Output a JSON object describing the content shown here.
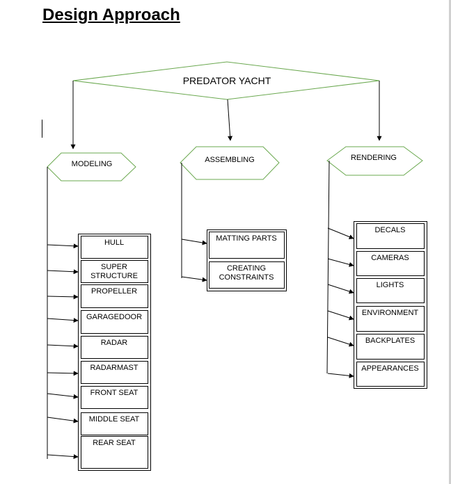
{
  "page_title": "Design Approach",
  "root": "PREDATOR YACHT",
  "branches": [
    {
      "label": "MODELING",
      "items": [
        "HULL",
        "SUPER STRUCTURE",
        "PROPELLER",
        "GARAGEDOOR",
        "RADAR",
        "RADARMAST",
        "FRONT SEAT",
        "MIDDLE SEAT",
        "REAR SEAT"
      ]
    },
    {
      "label": "ASSEMBLING",
      "items": [
        "MATTING PARTS",
        "CREATING CONSTRAINTS"
      ]
    },
    {
      "label": "RENDERING",
      "items": [
        "DECALS",
        "CAMERAS",
        "LIGHTS",
        "ENVIRONMENT",
        "BACKPLATES",
        "APPEARANCES"
      ]
    }
  ],
  "colors": {
    "hexagon_stroke": "#6aa84f",
    "line": "#000000"
  }
}
